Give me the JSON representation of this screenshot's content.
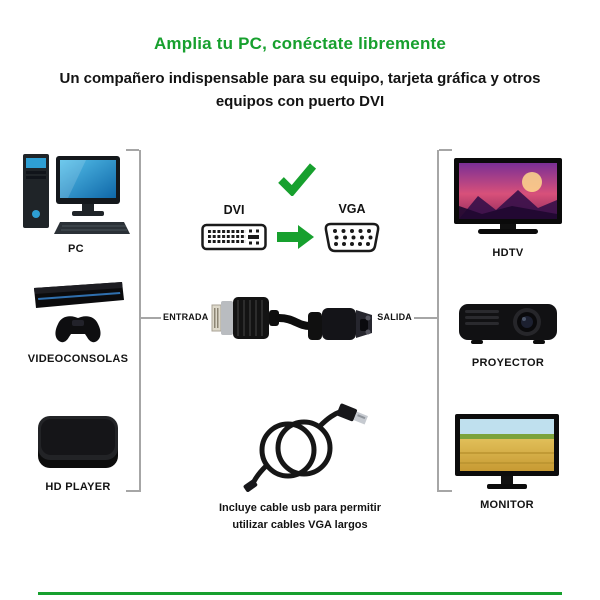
{
  "colors": {
    "accent_green": "#17a02e"
  },
  "header": {
    "title": "Amplia tu PC, conéctate libremente",
    "subtitle": "Un compañero indispensable para su equipo, tarjeta gráfica y otros equipos con puerto DVI"
  },
  "left_devices": [
    {
      "label": "PC"
    },
    {
      "label": "VIDEOCONSOLAS"
    },
    {
      "label": "HD PLAYER"
    }
  ],
  "right_devices": [
    {
      "label": "HDTV"
    },
    {
      "label": "PROYECTOR"
    },
    {
      "label": "MONITOR"
    }
  ],
  "connectors": {
    "dvi": "DVI",
    "vga": "VGA"
  },
  "adapter": {
    "input": "ENTRADA",
    "output": "SALIDA"
  },
  "usb_note": {
    "line1": "Incluye cable usb para permitir",
    "line2": "utilizar cables VGA largos"
  }
}
